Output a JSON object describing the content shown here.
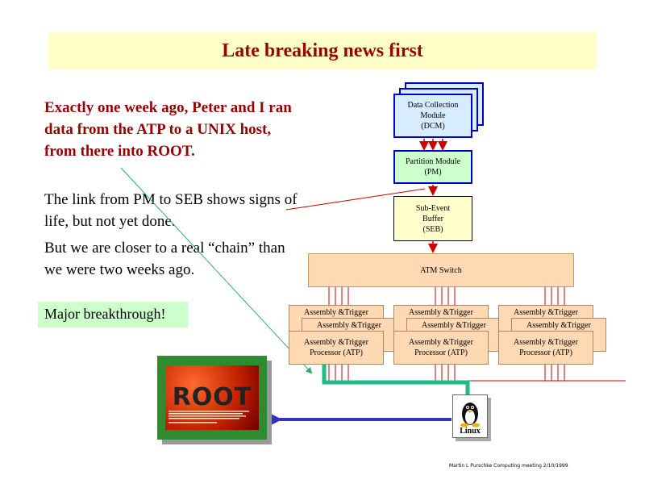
{
  "title": "Late breaking news first",
  "paragraphs": {
    "p1": "Exactly one week ago, Peter and I ran data from the ATP to a UNIX host, from there into ROOT.",
    "p2": "The link from PM to SEB shows signs of life, but not yet done.",
    "p3": "But we are closer to a real “chain” than we were two weeks ago."
  },
  "highlight": "Major breakthrough!",
  "diagram": {
    "dcm": {
      "line1": "Data Collection",
      "line2": "Module",
      "line3": "(DCM)"
    },
    "pm": {
      "line1": "Partition Module",
      "line2": "(PM)"
    },
    "seb": {
      "line1": "Sub-Event",
      "line2": "Buffer",
      "line3": "(SEB)"
    },
    "atm": "ATM Switch",
    "atp_back": "Assembly &Trigger",
    "atp_front1": "Assembly &Trigger",
    "atp_front2": "Processor (ATP)",
    "root_word": "ROOT",
    "linux": "Linux"
  },
  "footer": "Martin L Purschke   Computing meeting 2/10/1999",
  "colors": {
    "title_text": "#990000",
    "title_bg": "#ffffc8",
    "highlight_bg": "#ccffcc",
    "link_line": "#cc0000",
    "network_line": "#22bb88",
    "data_arrow": "#3333bb"
  }
}
